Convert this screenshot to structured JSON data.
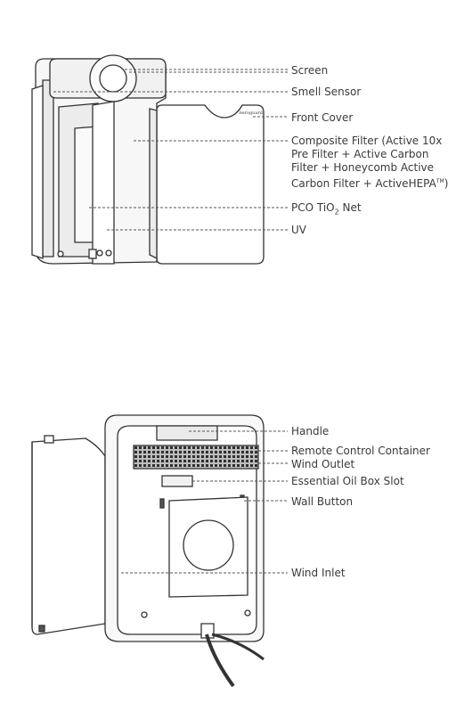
{
  "top_diagram": {
    "brand_mark": "Aeroguard",
    "labels": {
      "screen": "Screen",
      "smell_sensor": "Smell Sensor",
      "front_cover": "Front Cover",
      "composite_filter": "Composite Filter (Active 10x Pre Filter + Active Carbon Filter + Honeycomb Active Carbon Filter + ActiveHEPA",
      "composite_filter_tm": "TM",
      "composite_filter_end": ")",
      "pco_prefix": "PCO TiO",
      "pco_sub": "2",
      "pco_suffix": " Net",
      "uv": "UV"
    }
  },
  "bottom_diagram": {
    "labels": {
      "handle": "Handle",
      "remote_control_container": "Remote Control Container",
      "wind_outlet": "Wind Outlet",
      "essential_oil_box_slot": "Essential Oil Box Slot",
      "wall_button": "Wall Button",
      "wind_inlet": "Wind Inlet"
    }
  }
}
